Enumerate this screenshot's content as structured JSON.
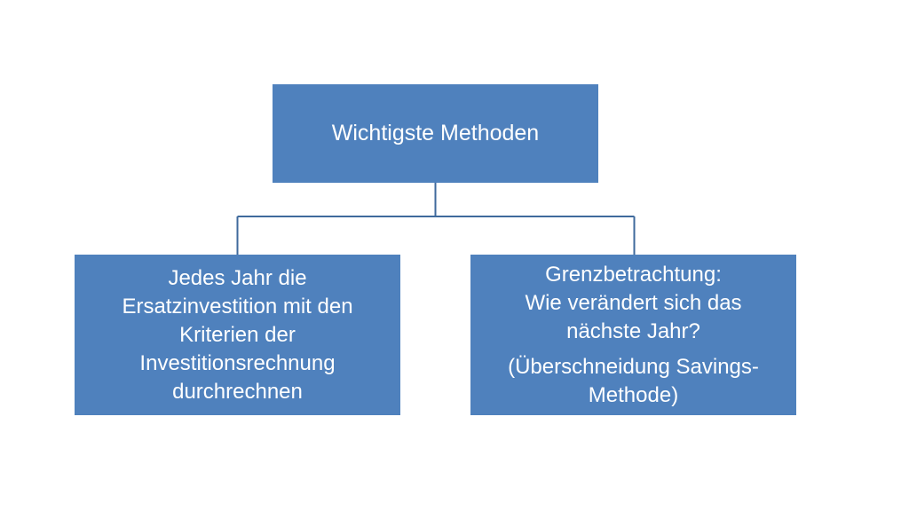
{
  "colors": {
    "box_fill": "#4f81bd",
    "box_text": "#ffffff",
    "connector": "#3f6a9c"
  },
  "root": {
    "label": "Wichtigste Methoden"
  },
  "children": [
    {
      "lines": [
        "Jedes Jahr die",
        "Ersatzinvestition mit den",
        "Kriterien der",
        "Investitionsrechnung",
        "durchrechnen"
      ]
    },
    {
      "lines": [
        "Grenzbetrachtung:",
        "Wie verändert sich das",
        "nächste Jahr?"
      ],
      "note_lines": [
        "(Überschneidung Savings-",
        "Methode)"
      ]
    }
  ]
}
